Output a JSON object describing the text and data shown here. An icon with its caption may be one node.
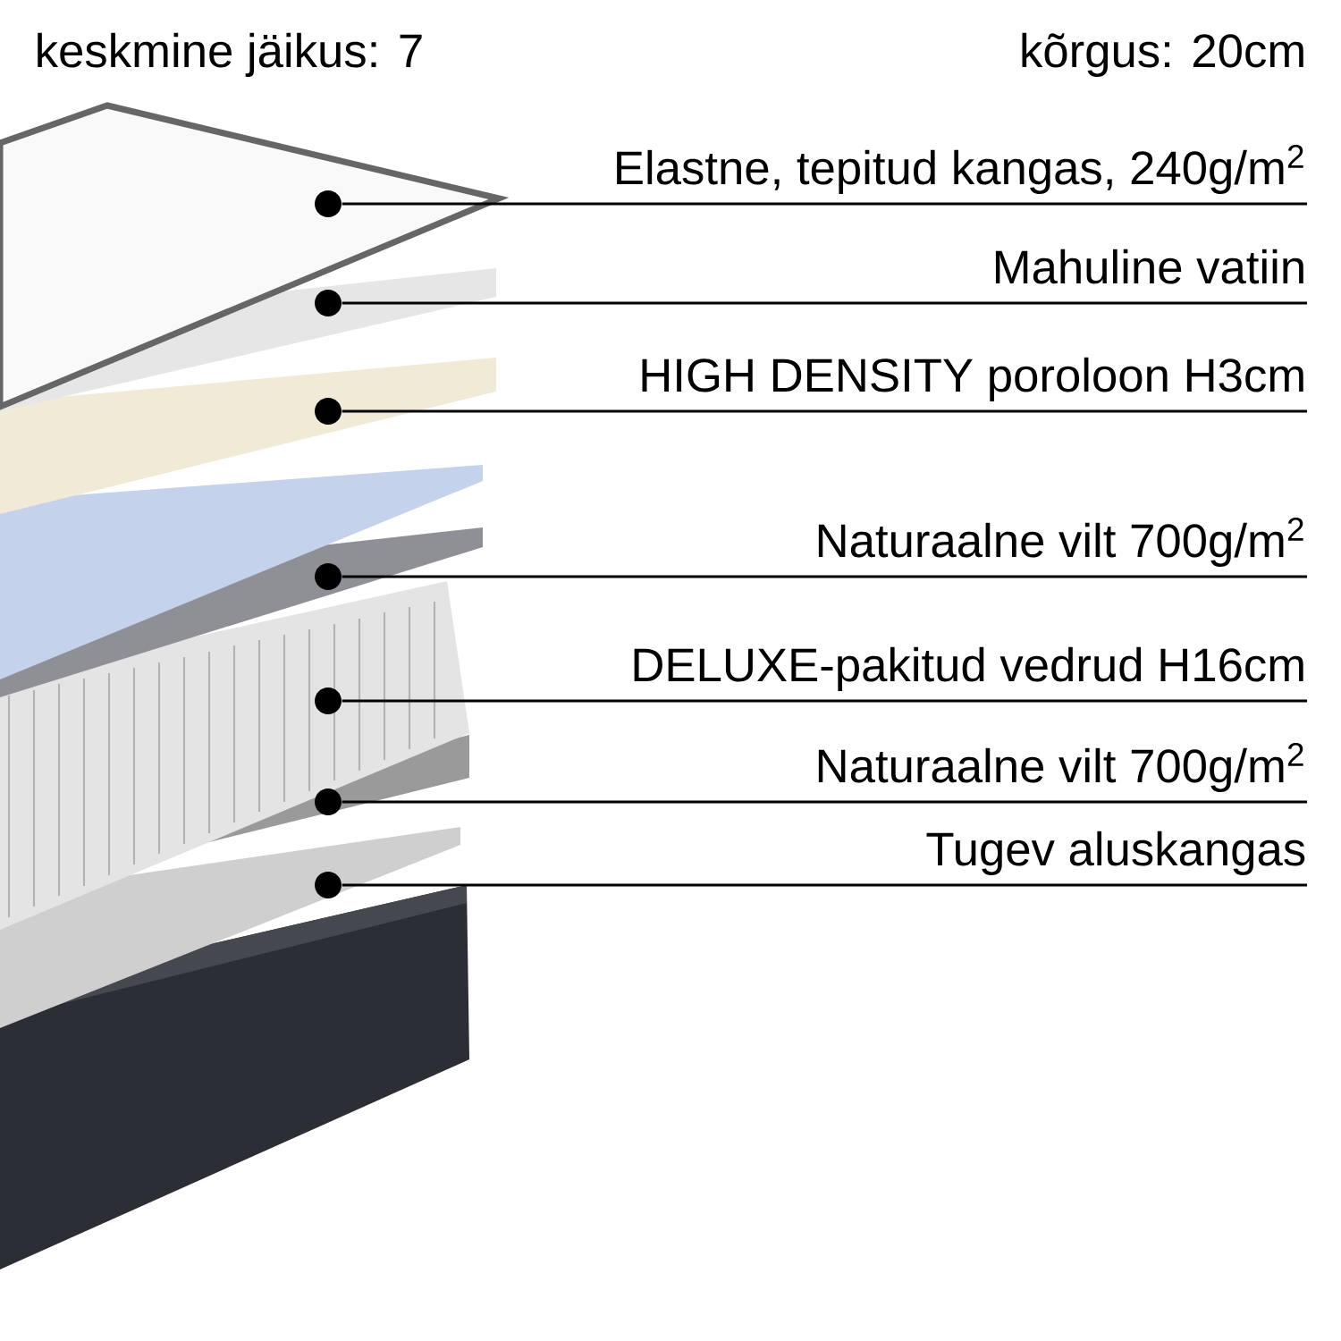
{
  "diagram": {
    "nodes": [
      {
        "text": [
          "Elastne, tepitud kangas, 240g/m$^{2}$"
        ]
      },
      {
        "text": [
          "Mahuline vatiin"
        ]
      },
      {
        "text": [
          "HIGH DENSITY poroloon H3cm"
        ]
      },
      {
        "text": [
          "Naturaalne vilt 700g/m$^{2}$"
        ]
      },
      {
        "text": [
          "DELUXE-pakitud vedrud H16cm"
        ]
      },
      {
        "text": [
          "Naturaalne vilt 700g/m$^{2}$"
        ]
      },
      {
        "text": [
          "Tugev aluskangas"
        ]
      },
      {
        "text": [],
        "shape": "circle"
      },
      {
        "text": [],
        "shape": "circle"
      },
      {
        "text": [],
        "shape": "circle"
      },
      {
        "text": [],
        "shape": "circle"
      },
      {
        "text": [],
        "shape": "circle"
      },
      {
        "text": [],
        "shape": "circle"
      },
      {
        "text": [],
        "shape": "circle"
      }
    ],
    "edges": [
      {
        "from": 0,
        "to": 7,
        "arrow": "none"
      },
      {
        "from": 1,
        "to": 8,
        "arrow": "none"
      },
      {
        "from": 2,
        "to": 9,
        "arrow": "none"
      },
      {
        "from": 3,
        "to": 10,
        "arrow": "none"
      },
      {
        "from": 4,
        "to": 11,
        "arrow": "none"
      },
      {
        "from": 5,
        "to": 12,
        "arrow": "none"
      },
      {
        "from": 6,
        "to": 13,
        "arrow": "none"
      }
    ],
    "labels": [
      "keskmine jäikus: 7",
      "kõrgus: 20cm"
    ]
  }
}
